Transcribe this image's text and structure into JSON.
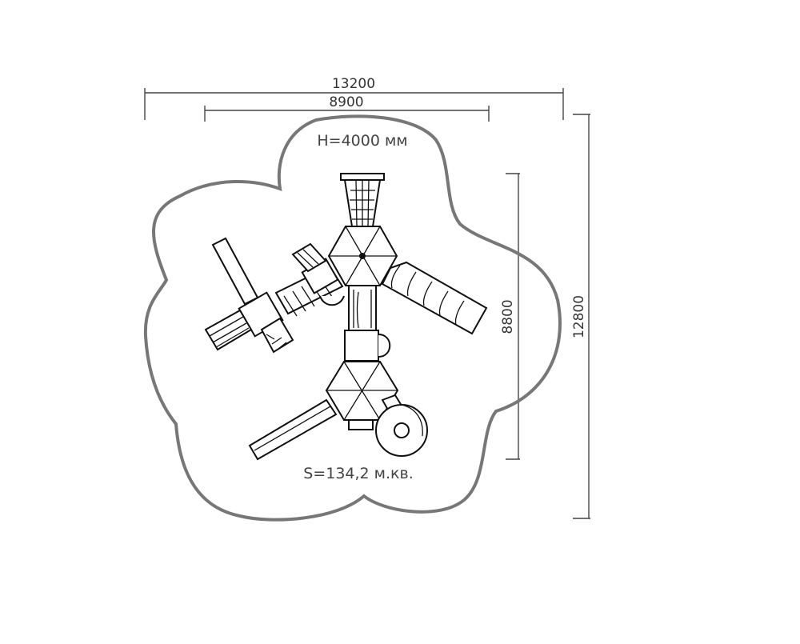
{
  "dimensions": {
    "overall_width": "13200",
    "inner_width": "8900",
    "inner_height": "8800",
    "overall_height": "12800"
  },
  "labels": {
    "height": "H=4000 мм",
    "area": "S=134,2 м.кв."
  },
  "colors": {
    "zone_outline": "#777777",
    "lines": "#111111"
  }
}
